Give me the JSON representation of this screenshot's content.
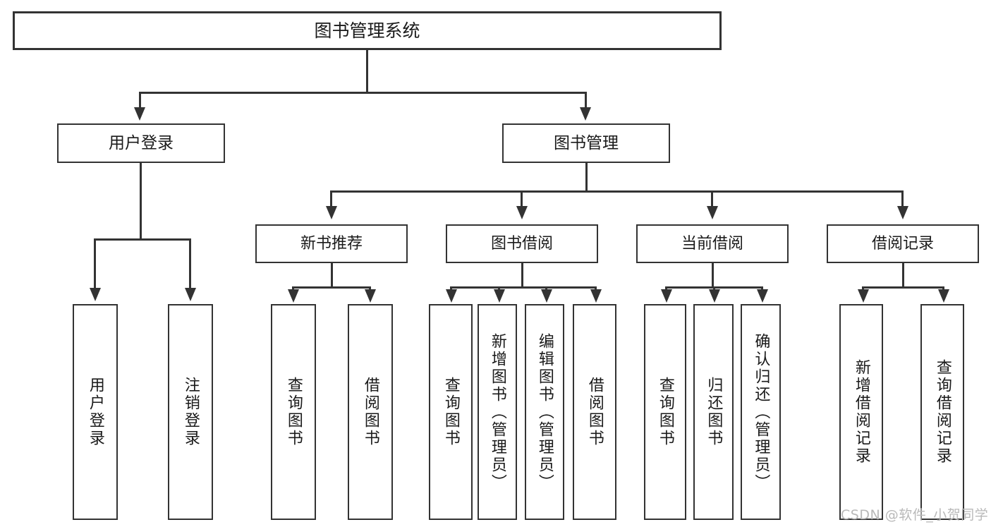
{
  "diagram": {
    "type": "tree-hierarchy",
    "title": "图书管理系统",
    "watermark": "CSDN @软件_小贺同学",
    "colors": {
      "stroke": "#333333",
      "text": "#1a1a1a",
      "background": "#ffffff",
      "watermark": "#b9b9b9"
    },
    "root": {
      "label": "图书管理系统"
    },
    "level1": [
      {
        "label": "用户登录"
      },
      {
        "label": "图书管理"
      }
    ],
    "level2": [
      {
        "label": "新书推荐"
      },
      {
        "label": "图书借阅"
      },
      {
        "label": "当前借阅"
      },
      {
        "label": "借阅记录"
      }
    ],
    "leaves": {
      "user_login": [
        {
          "label": "用户登录"
        },
        {
          "label": "注销登录"
        }
      ],
      "new_book_recommend": [
        {
          "label": "查询图书"
        },
        {
          "label": "借阅图书"
        }
      ],
      "book_borrow": [
        {
          "label": "查询图书"
        },
        {
          "label": "新增图书（管理员）"
        },
        {
          "label": "编辑图书（管理员）"
        },
        {
          "label": "借阅图书"
        }
      ],
      "current_borrow": [
        {
          "label": "查询图书"
        },
        {
          "label": "归还图书"
        },
        {
          "label": "确认归还（管理员）"
        }
      ],
      "borrow_record": [
        {
          "label": "新增借阅记录"
        },
        {
          "label": "查询借阅记录"
        }
      ]
    }
  }
}
